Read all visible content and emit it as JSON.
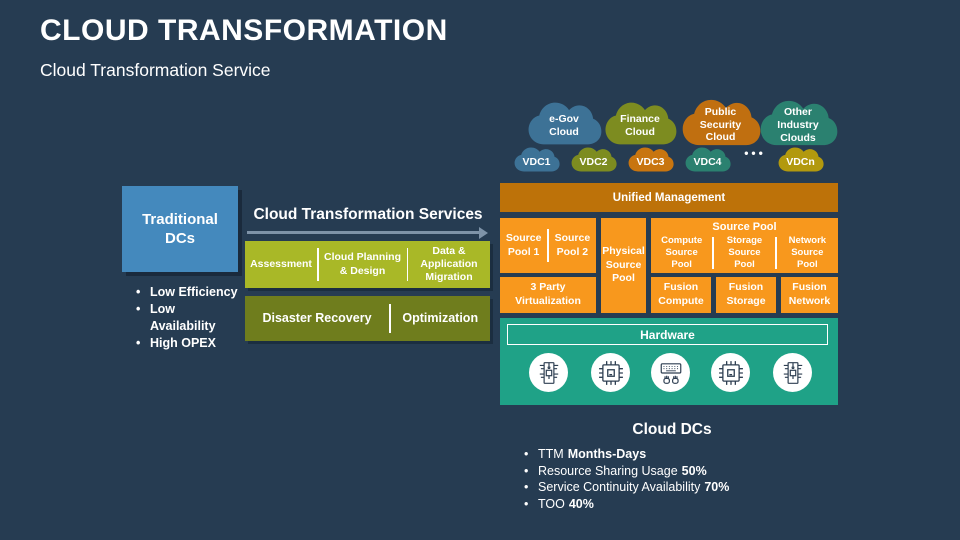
{
  "colors": {
    "background": "#263C52",
    "accent_orange": "#F8981D",
    "orange_dark": "#BD7209",
    "teal": "#1FA287",
    "green_light": "#A9B827",
    "olive_dark": "#6F7D1D",
    "blue_box": "#4489BD",
    "arrow": "#7E93A8"
  },
  "header": {
    "title": "CLOUD TRANSFORMATION",
    "subtitle": "Cloud Transformation Service"
  },
  "traditional": {
    "title": "Traditional\nDCs",
    "bullets": [
      "Low Efficiency",
      "Low\nAvailability",
      "High OPEX"
    ]
  },
  "services": {
    "title": "Cloud Transformation Services",
    "row1": [
      "Assessment",
      "Cloud Planning & Design",
      "Data & Application Migration"
    ],
    "row2": [
      "Disaster Recovery",
      "Optimization"
    ]
  },
  "clouds": [
    {
      "label": "e-Gov\nCloud",
      "color": "#3D7296"
    },
    {
      "label": "Finance\nCloud",
      "color": "#7D8C20"
    },
    {
      "label": "Public\nSecurity\nCloud",
      "color": "#C06F10"
    },
    {
      "label": "Other\nIndustry\nClouds",
      "color": "#2B8170"
    }
  ],
  "vdcs": [
    {
      "label": "VDC1",
      "color": "#3D7296"
    },
    {
      "label": "VDC2",
      "color": "#7D8C20"
    },
    {
      "label": "VDC3",
      "color": "#C8750F"
    },
    {
      "label": "VDC4",
      "color": "#2B8170"
    },
    {
      "label": "VDCn",
      "color": "#B2990E"
    }
  ],
  "vdc_dots": "•••",
  "platform": {
    "unified": "Unified Management",
    "pool1": "Source Pool 1",
    "pool2": "Source Pool 2",
    "physical": "Physical Source Pool",
    "source_pool_header": "Source Pool",
    "sub_pools": [
      "Compute Source Pool",
      "Storage Source Pool",
      "Network Source Pool"
    ],
    "virtualization": "3 Party Virtualization",
    "fusion": [
      "Fusion Compute",
      "Fusion Storage",
      "Fusion Network"
    ],
    "hardware": "Hardware",
    "hardware_icons": [
      "circuit-board-icon",
      "cpu-chip-icon",
      "keyboard-hands-icon",
      "cpu-chip-icon",
      "circuit-board-icon"
    ]
  },
  "cloud_dcs": {
    "title": "Cloud DCs",
    "bullets": [
      {
        "text": "TTM",
        "bold": "Months-Days"
      },
      {
        "text": "Resource Sharing Usage",
        "bold": "50%"
      },
      {
        "text": "Service Continuity Availability",
        "bold": "70%"
      },
      {
        "text": "TOO",
        "bold": "40%"
      }
    ]
  }
}
